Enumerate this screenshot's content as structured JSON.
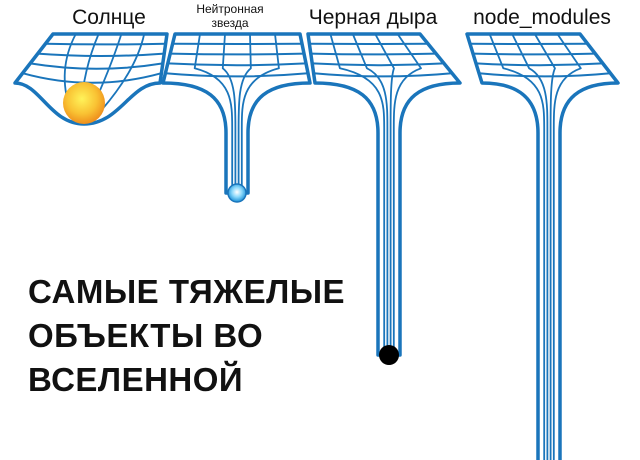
{
  "labels": {
    "sun": "Солнце",
    "neutron_star_line1": "Нейтронная",
    "neutron_star_line2": "звезда",
    "black_hole": "Черная дыра",
    "node_modules": "node_modules"
  },
  "headline": [
    "САМЫЕ ТЯЖЕЛЫЕ",
    "ОБЪЕКТЫ ВО",
    "ВСЕЛЕННОЙ"
  ],
  "colors": {
    "grid": "#1a75bb",
    "sun": "#f7b52c",
    "neutron": "#4fc3f7",
    "black_hole": "#000000"
  }
}
